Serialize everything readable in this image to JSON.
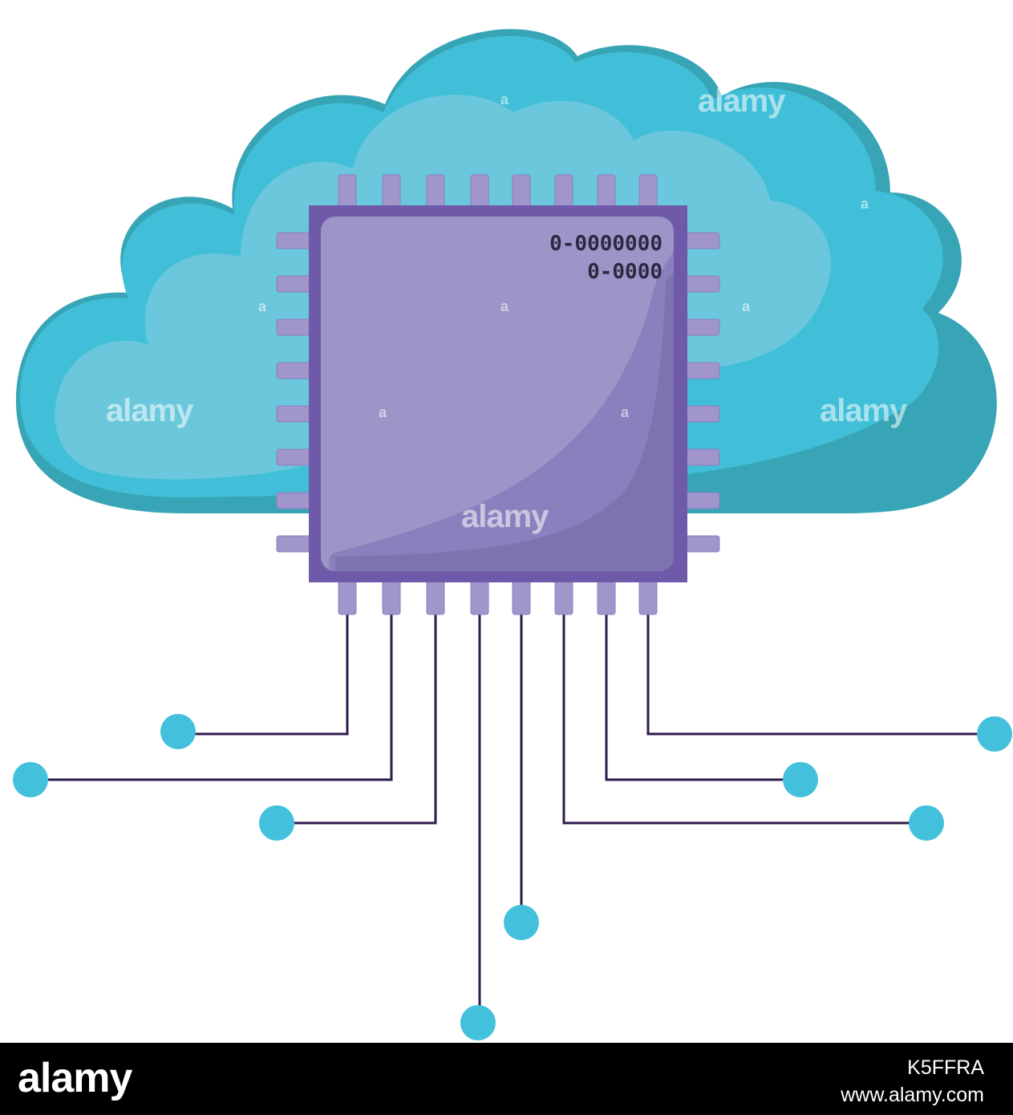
{
  "chip": {
    "code_line_1": "0-0000000",
    "code_line_2": "0-0000"
  },
  "watermarks": {
    "text": "alamy",
    "letter": "a"
  },
  "footer": {
    "logo_text": "alamy",
    "image_id": "K5FFRA",
    "site": "www.alamy.com"
  },
  "colors": {
    "cloud_light": "#6ac7dc",
    "cloud_mid": "#41bfd8",
    "cloud_dark": "#37a5b5",
    "chip_face": "#9d95c7",
    "chip_border": "#6e5aa8",
    "chip_pin": "#a096cc",
    "trace": "#2d1b4e",
    "node": "#43c1dc",
    "footer_bg": "#000000"
  }
}
